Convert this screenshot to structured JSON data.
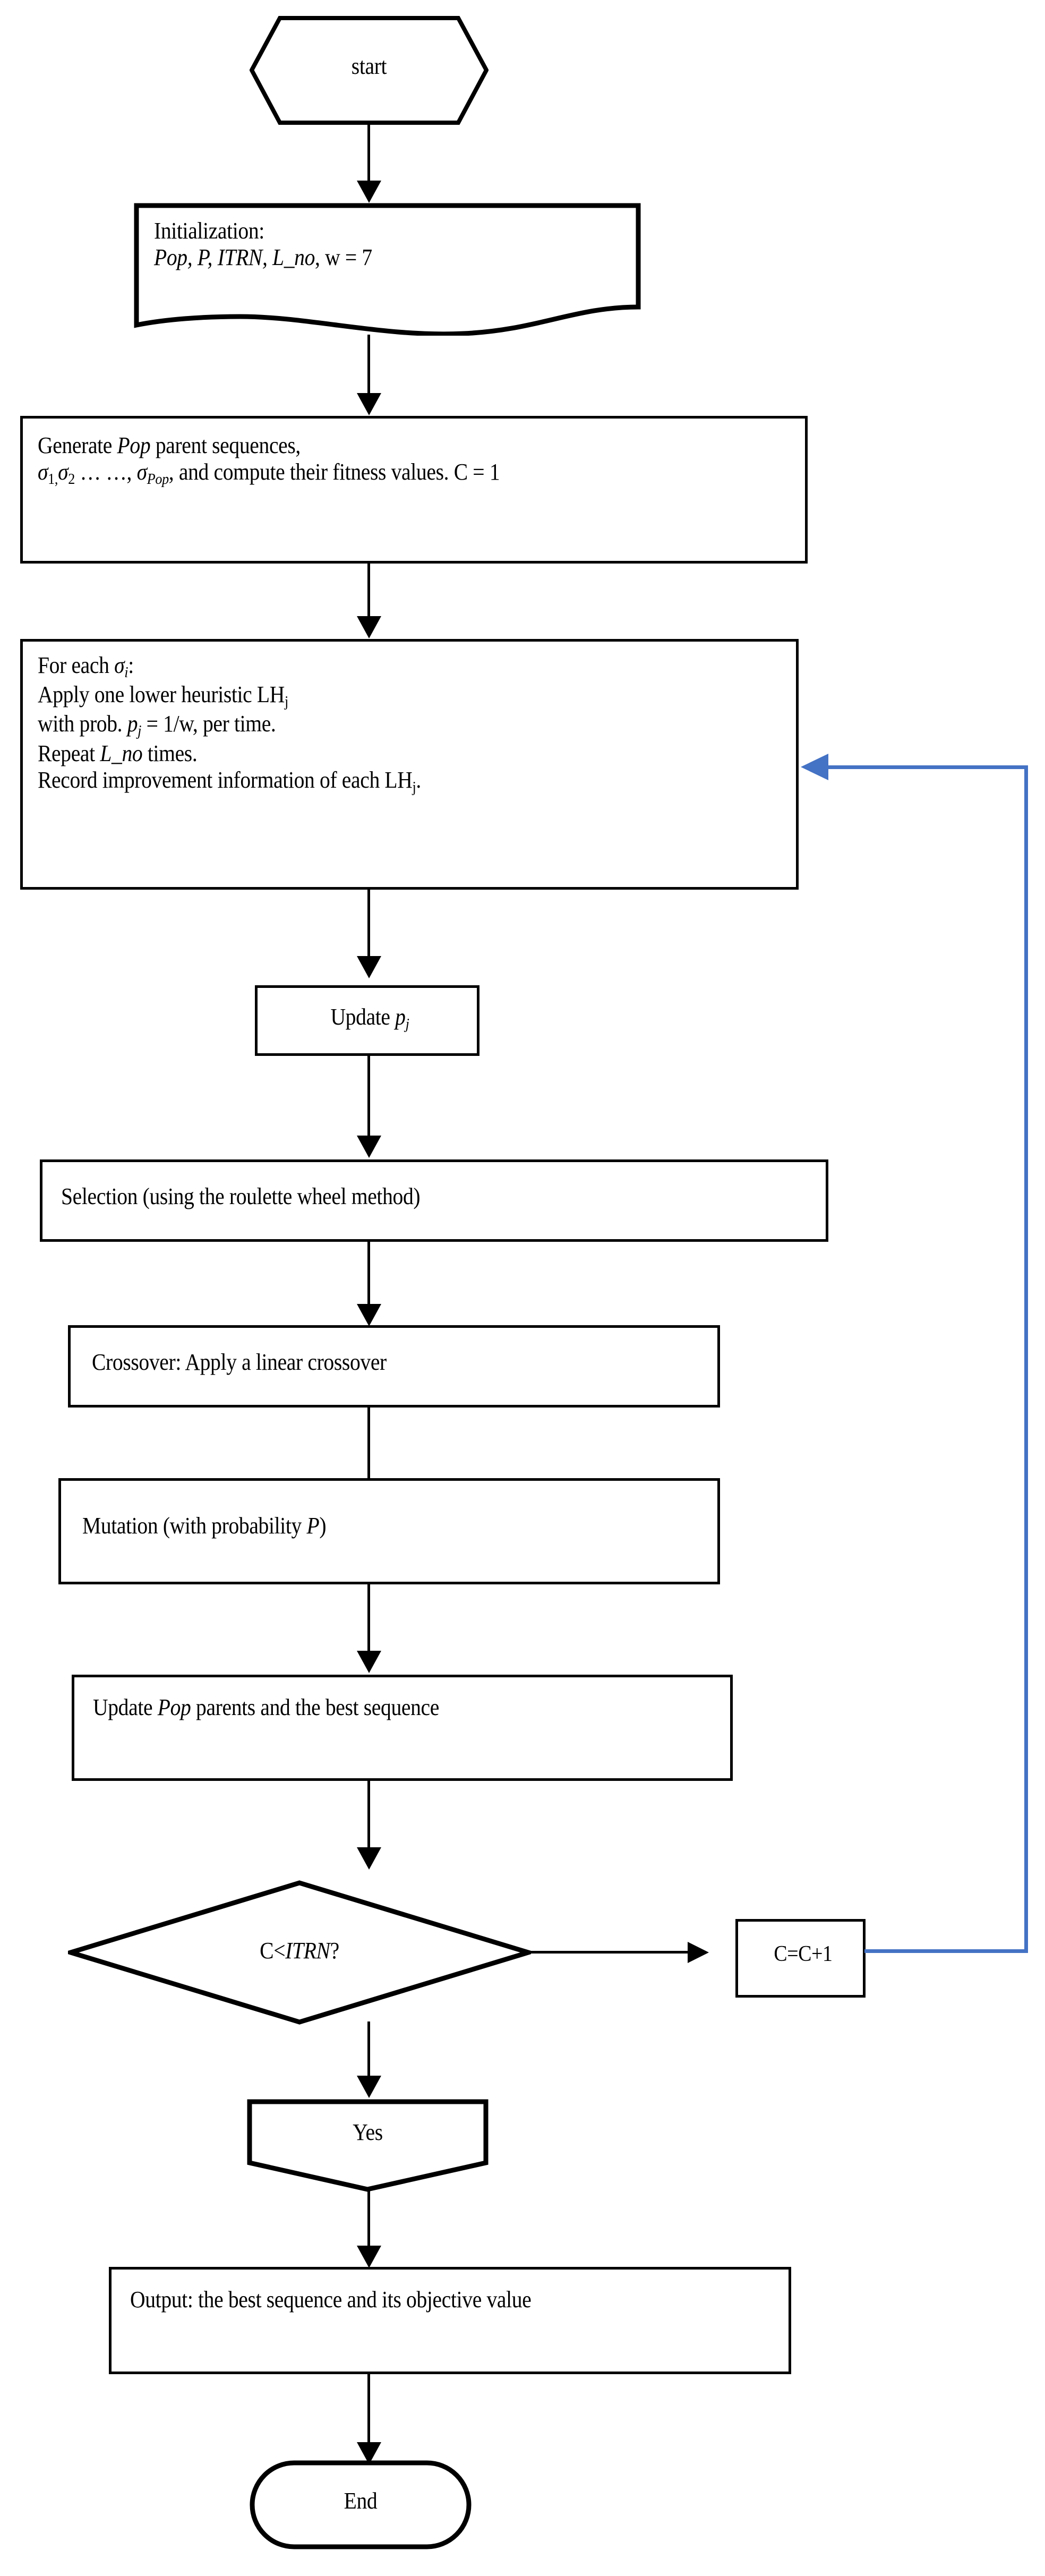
{
  "diagram": {
    "title": "Genetic-algorithm hyper-heuristic flowchart",
    "accent_color": "#4472c4",
    "line_color": "#000000",
    "background": "#ffffff"
  },
  "nodes": {
    "start": {
      "label": "start",
      "shape": "hexagon"
    },
    "initialization": {
      "line1": "Initialization:",
      "line2_a": "Pop, P, ITRN, L_no",
      "line2_b": ", w = 7",
      "shape": "document"
    },
    "generate": {
      "seg1": "Generate ",
      "seg2_italic": "Pop",
      "seg3": " parent sequences,",
      "seg4": "σ",
      "seg5": "1,",
      "seg6": "σ",
      "seg7": "2",
      "seg8": " … …, ",
      "seg9": "σ",
      "seg10": "Pop",
      "seg11": ", and compute their fitness values. C = 1",
      "shape": "rectangle"
    },
    "for_each": {
      "l1_a": "For each ",
      "l1_b": "σ",
      "l1_c": "i",
      "l1_d": ":",
      "l2_a": "Apply one lower heuristic LH",
      "l2_b": "j",
      "l3_a": "with prob. ",
      "l3_b": "p",
      "l3_c": "j",
      "l3_d": " = 1/w, per time.",
      "l4_a": "Repeat ",
      "l4_b": "L_no",
      "l4_c": " times.",
      "l5_a": "Record improvement information of each LH",
      "l5_b": "j",
      "l5_c": ".",
      "shape": "rectangle"
    },
    "update_pj": {
      "seg1": "Update ",
      "seg2_italic": "p",
      "seg3_sub": "j",
      "shape": "rectangle"
    },
    "selection": {
      "label": "Selection (using the roulette wheel method)",
      "shape": "rectangle"
    },
    "crossover": {
      "label": "Crossover: Apply a linear crossover",
      "shape": "rectangle"
    },
    "mutation": {
      "seg1": "Mutation (with probability ",
      "seg2_italic": "P",
      "seg3": ")",
      "shape": "rectangle"
    },
    "update_pop": {
      "seg1": "Update ",
      "seg2_italic": "Pop",
      "seg3": " parents and the best sequence",
      "shape": "rectangle"
    },
    "decision": {
      "seg1": "C<",
      "seg2_italic": "ITRN",
      "seg3": "?",
      "shape": "diamond"
    },
    "increment": {
      "label": "C=C+1",
      "shape": "rectangle"
    },
    "yes": {
      "label": "Yes",
      "shape": "chevron-down"
    },
    "output": {
      "label": "Output: the best sequence and its objective value",
      "shape": "rectangle"
    },
    "end": {
      "label": "End",
      "shape": "stadium"
    }
  },
  "edges": [
    {
      "from": "start",
      "to": "initialization",
      "kind": "arrow-down"
    },
    {
      "from": "initialization",
      "to": "generate",
      "kind": "arrow-down"
    },
    {
      "from": "generate",
      "to": "for_each",
      "kind": "arrow-down"
    },
    {
      "from": "for_each",
      "to": "update_pj",
      "kind": "arrow-down"
    },
    {
      "from": "update_pj",
      "to": "selection",
      "kind": "arrow-down"
    },
    {
      "from": "selection",
      "to": "crossover",
      "kind": "arrow-down"
    },
    {
      "from": "crossover",
      "to": "mutation",
      "kind": "arrow-down"
    },
    {
      "from": "mutation",
      "to": "update_pop",
      "kind": "arrow-down"
    },
    {
      "from": "update_pop",
      "to": "decision",
      "kind": "arrow-down"
    },
    {
      "from": "decision",
      "to": "increment",
      "kind": "arrow-right"
    },
    {
      "from": "decision",
      "to": "yes",
      "kind": "arrow-down"
    },
    {
      "from": "yes",
      "to": "output",
      "kind": "arrow-down"
    },
    {
      "from": "output",
      "to": "end",
      "kind": "arrow-down"
    },
    {
      "from": "increment",
      "to": "for_each",
      "kind": "feedback-loop-blue"
    }
  ]
}
